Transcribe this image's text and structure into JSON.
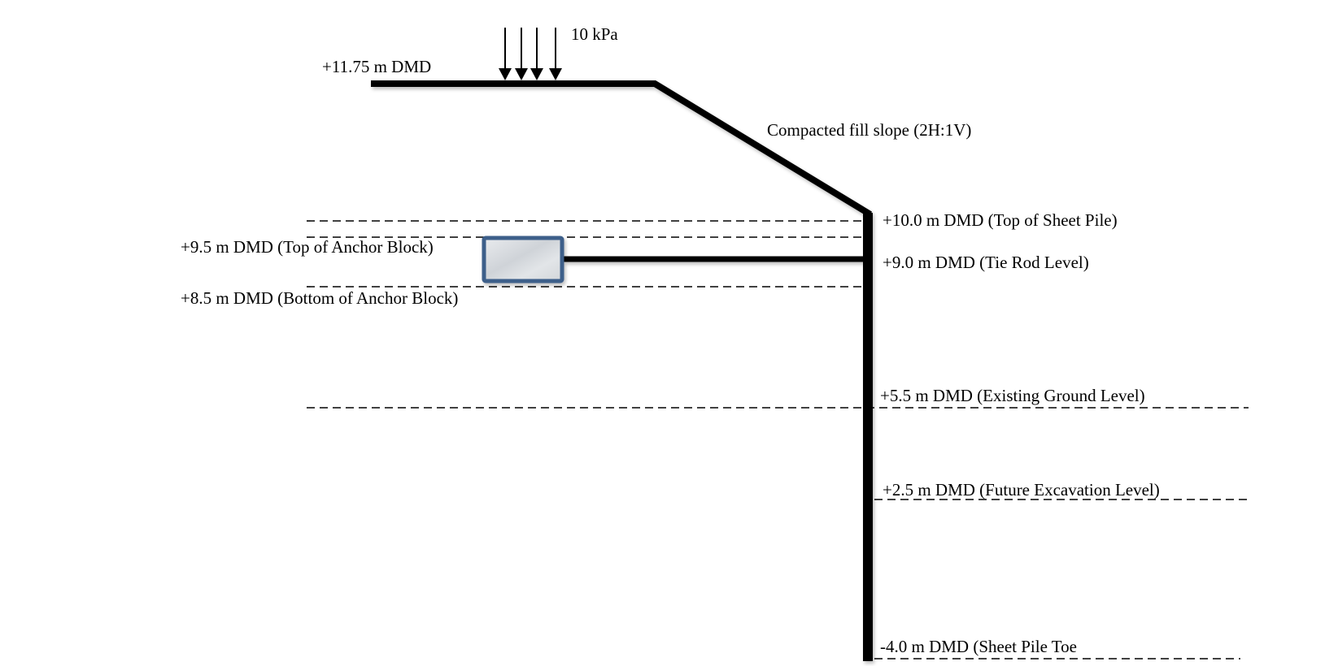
{
  "diagram": {
    "title": "Anchored sheet pile wall cross-section",
    "surcharge": {
      "label": "10 kPa",
      "arrow_count": 4
    },
    "slope_label": "Compacted fill slope (2H:1V)",
    "levels": {
      "top_of_fill": "+11.75 m DMD",
      "top_of_sheet_pile": "+10.0 m DMD (Top of Sheet Pile)",
      "top_of_anchor_block": "+9.5 m DMD (Top of Anchor Block)",
      "tie_rod_level": "+9.0 m DMD (Tie Rod Level)",
      "bottom_of_anchor_block": "+8.5 m DMD (Bottom of Anchor Block)",
      "existing_ground_level": "+5.5 m DMD (Existing Ground Level)",
      "future_excavation_level": "+2.5 m DMD (Future Excavation Level)",
      "sheet_pile_toe": "-4.0 m DMD (Sheet Pile Toe"
    },
    "colors": {
      "lines": "#000000",
      "anchor_block_border": "#3d5f8a",
      "anchor_block_fill": "#dcdfe3"
    }
  }
}
